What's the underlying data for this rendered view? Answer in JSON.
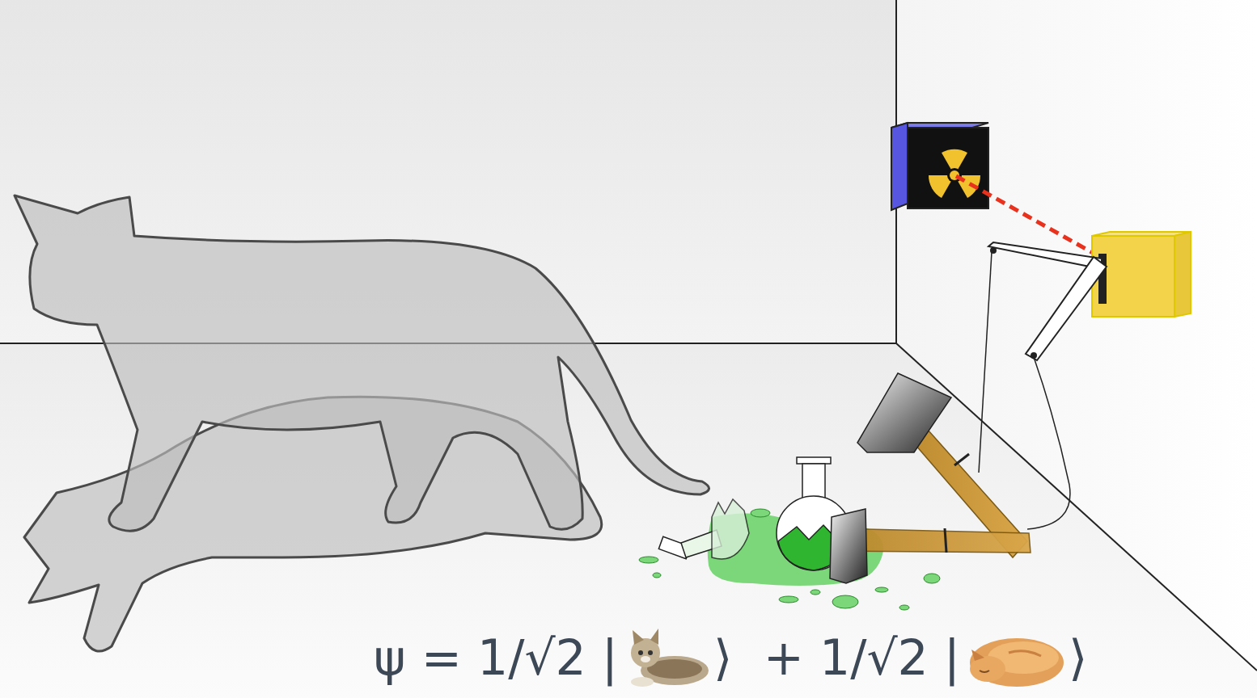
{
  "diagram": {
    "labels": [
      "ψ = 1/√2 |",
      "⟩  + 1/√2 |",
      "⟩"
    ]
  }
}
